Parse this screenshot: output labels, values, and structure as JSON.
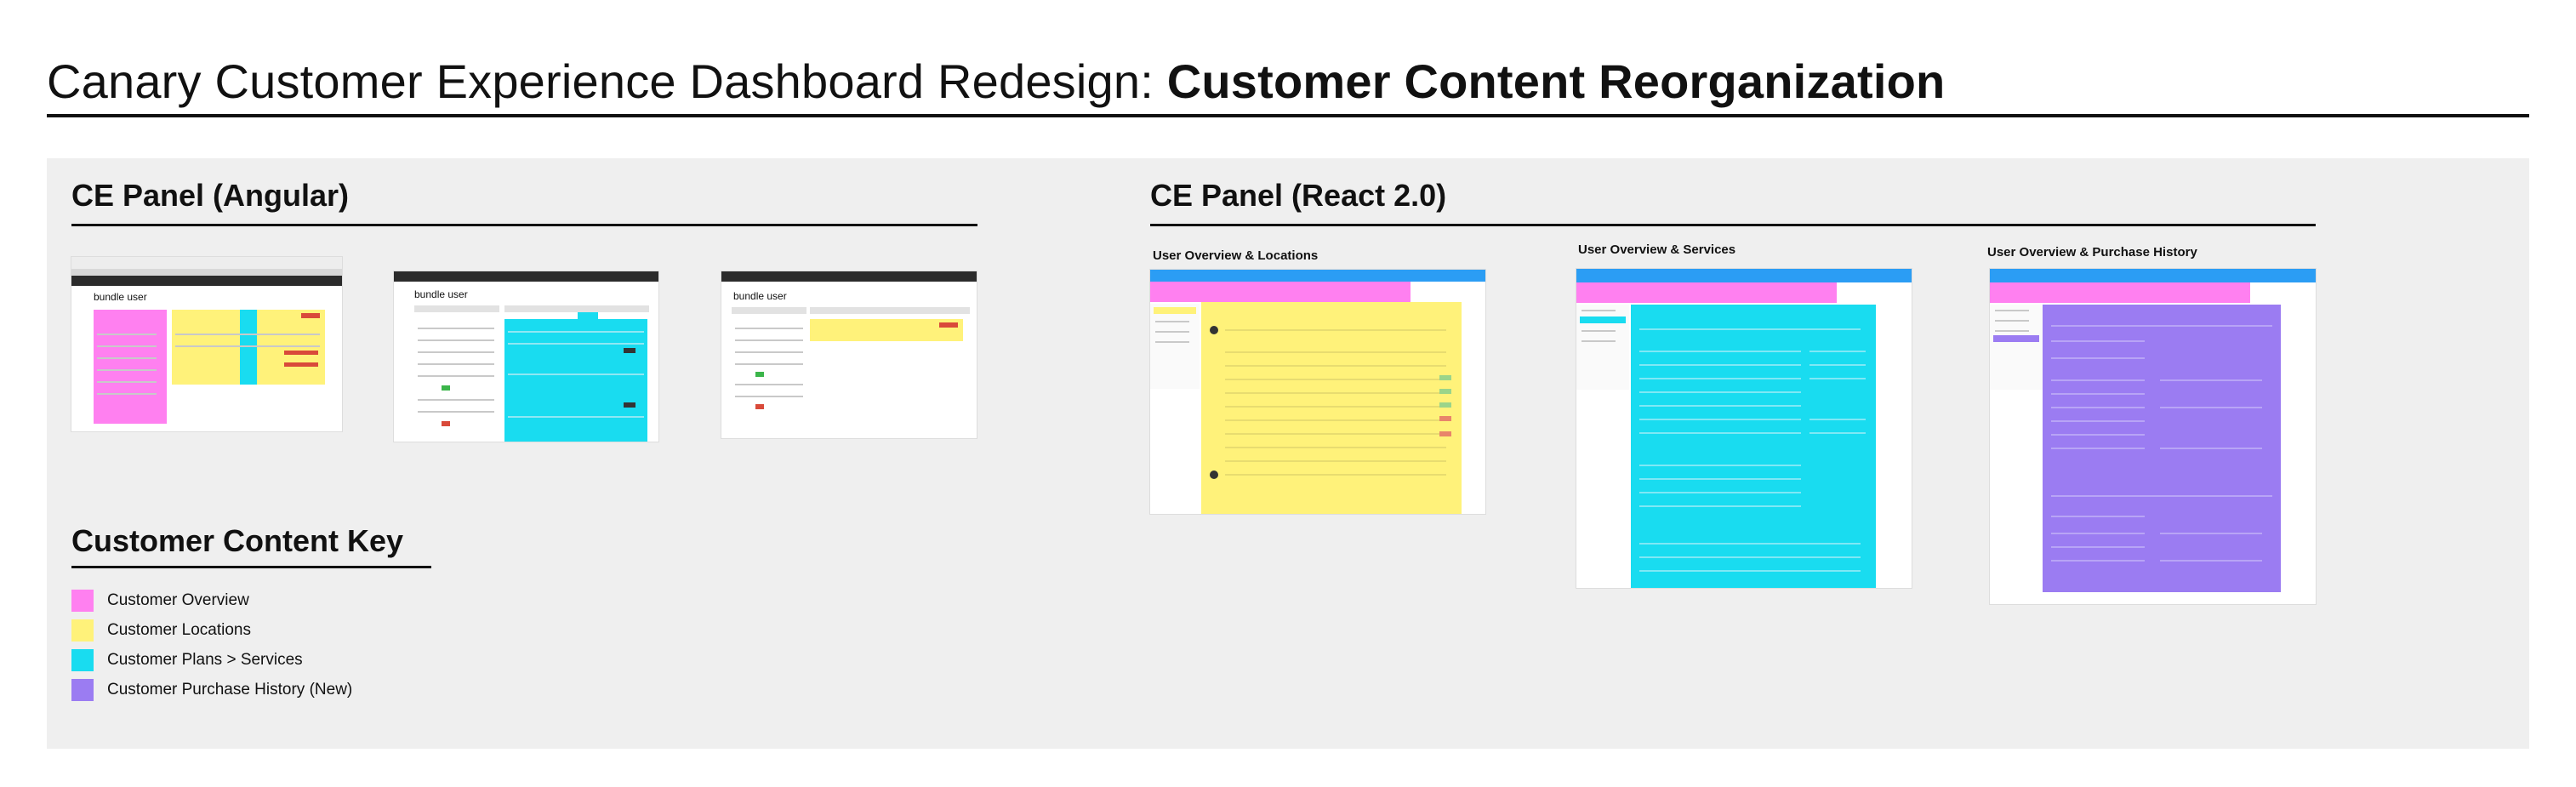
{
  "page": {
    "title_regular": "Canary Customer Experience Dashboard Redesign: ",
    "title_bold": "Customer Content Reorganization"
  },
  "angular": {
    "heading": "CE Panel (Angular)",
    "screens": [
      {
        "user_label": "bundle user"
      },
      {
        "user_label": "bundle user"
      },
      {
        "user_label": "bundle user"
      }
    ]
  },
  "react": {
    "heading": "CE Panel (React 2.0)",
    "screens": [
      {
        "caption": "User Overview & Locations"
      },
      {
        "caption": "User Overview & Services"
      },
      {
        "caption": "User Overview & Purchase History"
      }
    ]
  },
  "key": {
    "heading": "Customer Content Key",
    "items": [
      {
        "label": "Customer Overview",
        "color": "#ff80f0"
      },
      {
        "label": "Customer Locations",
        "color": "#fff27a"
      },
      {
        "label": "Customer Plans > Services",
        "color": "#19dcf0"
      },
      {
        "label": "Customer Purchase History (New)",
        "color": "#9b7cf2"
      }
    ]
  },
  "colors": {
    "overview": "#ff80f0",
    "locations": "#fff27a",
    "services": "#19dcf0",
    "purchase": "#9b7cf2",
    "react_topbar": "#2b9df4",
    "angular_topbar": "#2b2b2b",
    "board": "#efefef"
  }
}
